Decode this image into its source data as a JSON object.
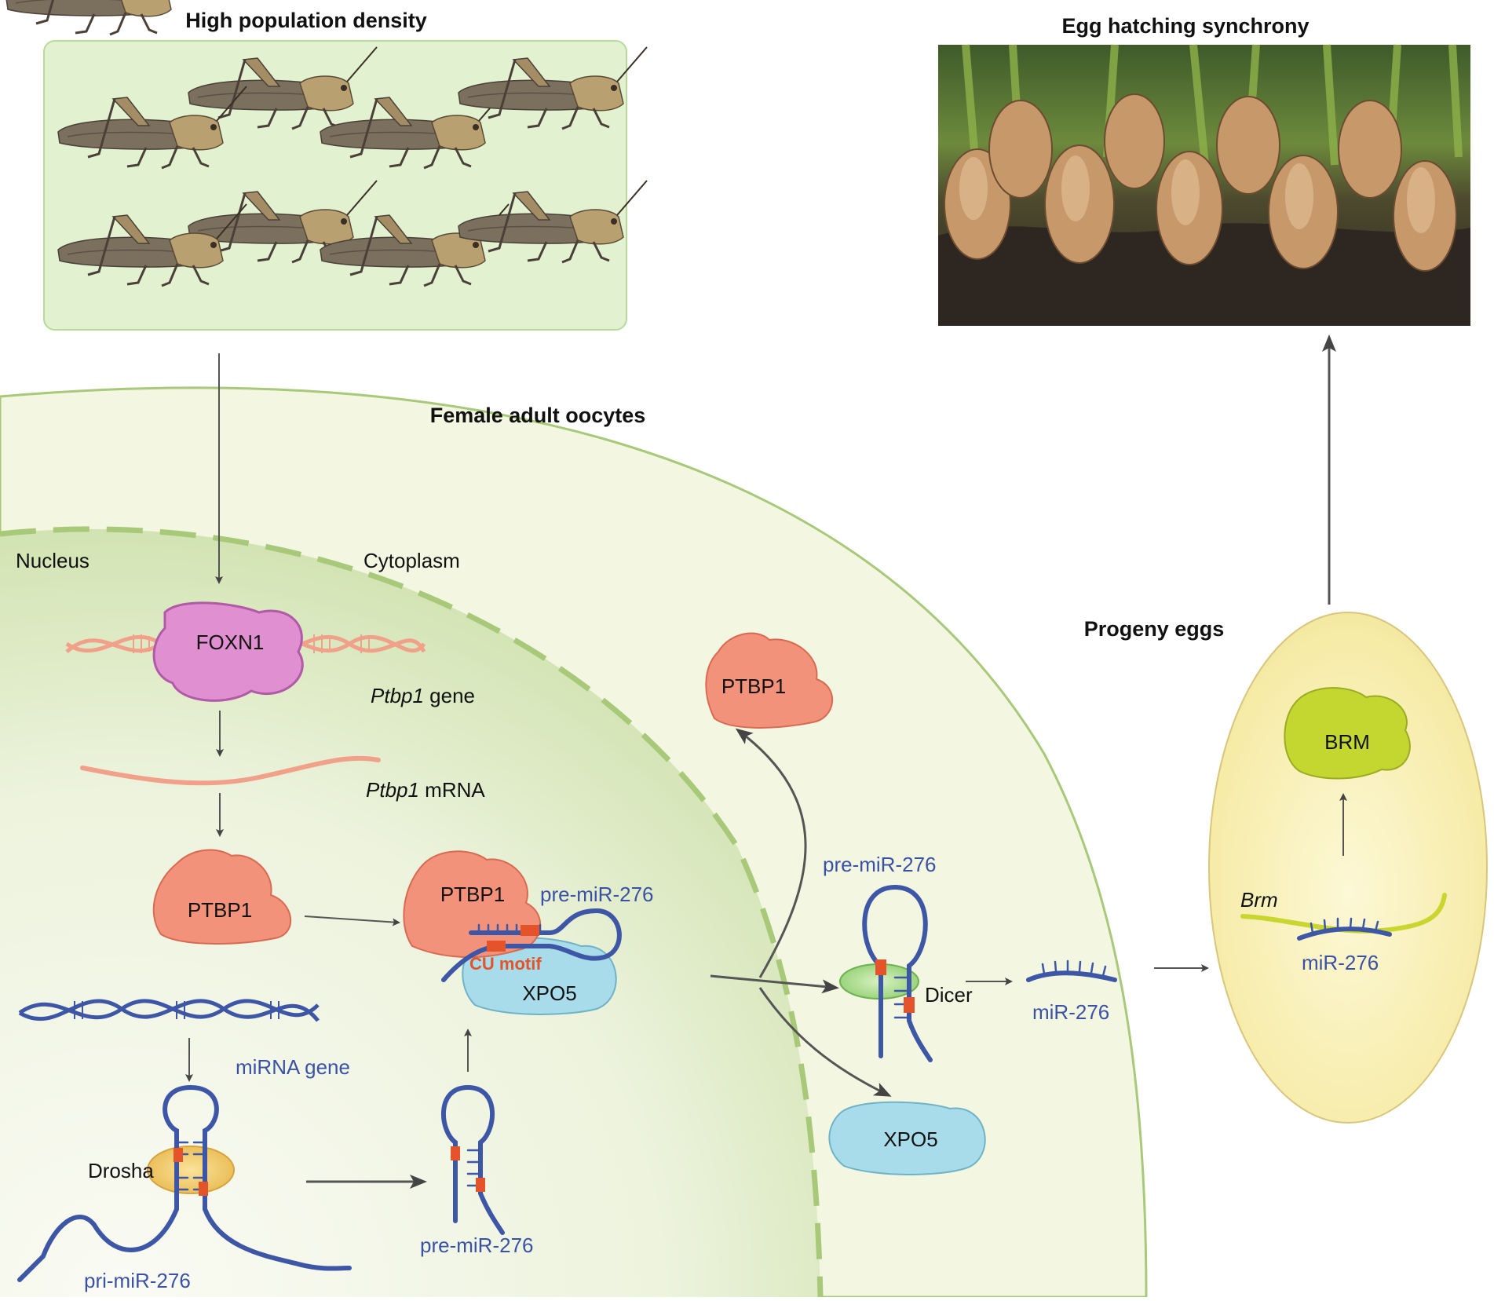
{
  "titles": {
    "density": "High population density",
    "hatching": "Egg hatching synchrony",
    "oocytes": "Female adult oocytes",
    "progeny": "Progeny eggs"
  },
  "compartments": {
    "nucleus": "Nucleus",
    "cytoplasm": "Cytoplasm"
  },
  "molecules": {
    "foxn1": "FOXN1",
    "ptbp1_gene_italic": "Ptbp1",
    "gene_word": " gene",
    "ptbp1_mrna_italic": "Ptbp1",
    "mrna_word": " mRNA",
    "ptbp1": "PTBP1",
    "pre_mir": "pre-miR-276",
    "cu_motif": "CU motif",
    "xpo5": "XPO5",
    "mirna_gene": "miRNA gene",
    "drosha": "Drosha",
    "pri_mir": "pri-miR-276",
    "dicer": "Dicer",
    "mir": "miR-276",
    "brm_gene_italic": "Brm",
    "brm": "BRM"
  },
  "colors": {
    "rna_blue": "#3d56a6",
    "ptbp1_fill": "#f2927a",
    "foxn1_fill": "#e08fd0",
    "xpo5_fill": "#a8dcea",
    "brm_fill": "#c4d630",
    "cu_red": "#e5532b",
    "membrane_green": "#a9c97a"
  }
}
